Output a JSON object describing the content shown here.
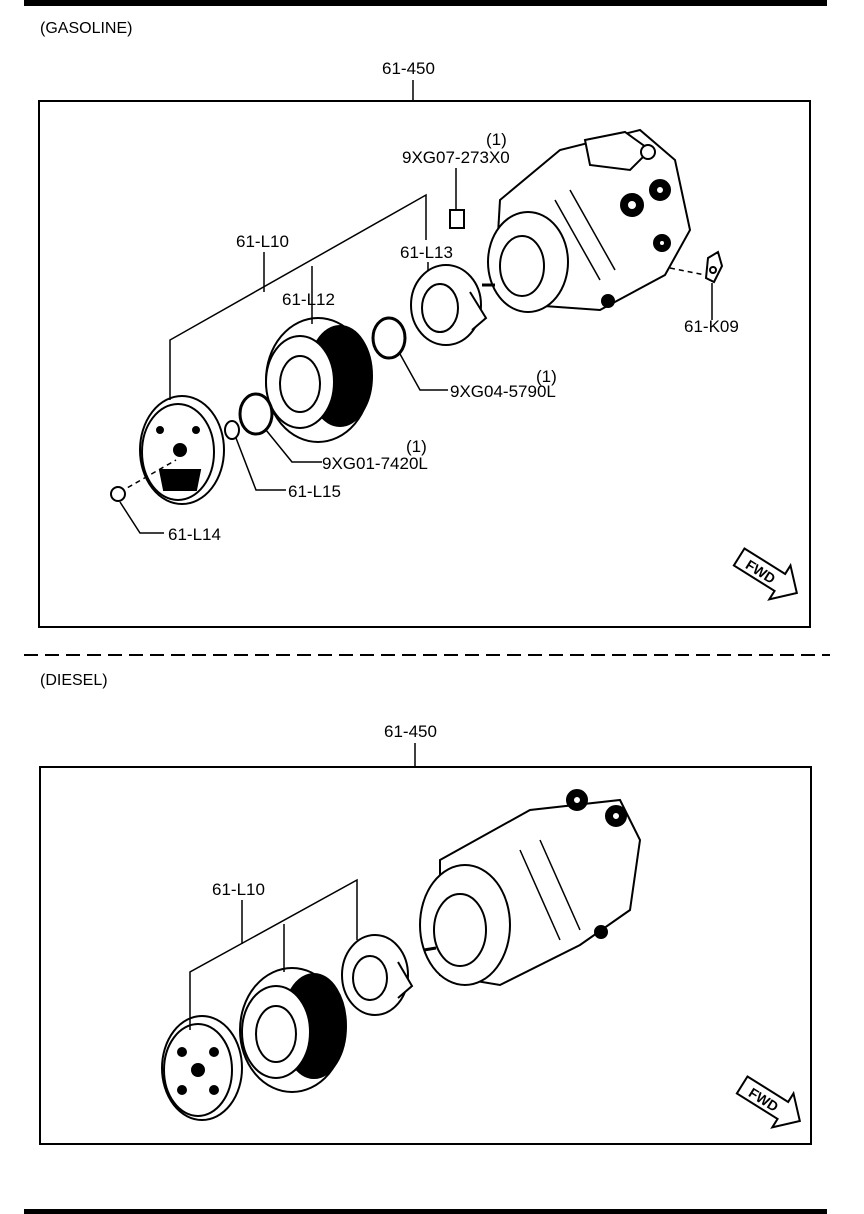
{
  "sections": [
    {
      "title": "(GASOLINE)",
      "assembly": "61-450",
      "parts": {
        "l10": "61-L10",
        "l12": "61-L12",
        "l13": "61-L13",
        "l14": "61-L14",
        "l15": "61-L15",
        "k09": "61-K09",
        "bolt": "9XG07-273X0",
        "bolt_qty": "(1)",
        "snap_ring_a": "9XG04-5790L",
        "snap_ring_a_qty": "(1)",
        "snap_ring_b": "9XG01-7420L",
        "snap_ring_b_qty": "(1)"
      },
      "fwd": "FWD"
    },
    {
      "title": "(DIESEL)",
      "assembly": "61-450",
      "parts": {
        "l10": "61-L10"
      },
      "fwd": "FWD"
    }
  ]
}
